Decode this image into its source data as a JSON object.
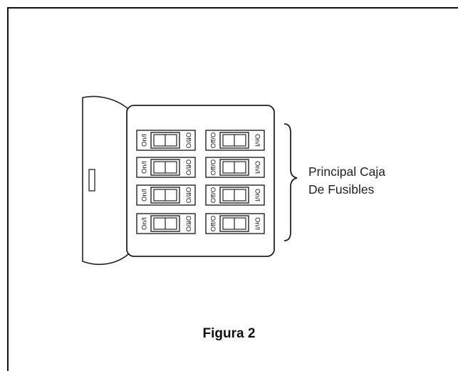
{
  "diagram": {
    "breaker_on_label": "On/I",
    "breaker_off_label": "Off/O",
    "callout": {
      "line1": "Principal Caja",
      "line2": "De Fusibles"
    },
    "caption": "Figura 2"
  }
}
